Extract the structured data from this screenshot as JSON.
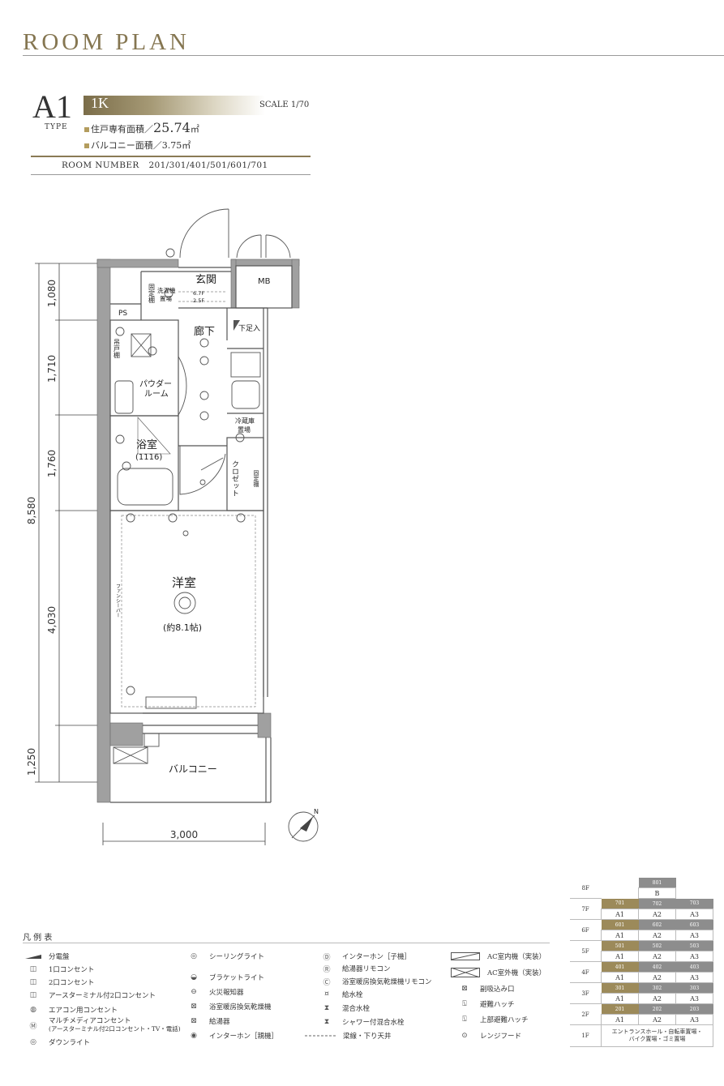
{
  "header": {
    "title": "ROOM PLAN"
  },
  "type": {
    "letter": "A1",
    "label": "TYPE",
    "layout": "1K",
    "scale": "SCALE 1/70"
  },
  "areas": {
    "private_label": "住戸専有面積／",
    "private_value": "25.74",
    "private_unit": "㎡",
    "balcony_label": "バルコニー面積／3.75㎡"
  },
  "room_number": {
    "label": "ROOM NUMBER",
    "value": "201/301/401/501/601/701"
  },
  "plan": {
    "rooms": {
      "entrance": "玄関",
      "hall": "廊下",
      "powder": "パウダー",
      "powder2": "ルーム",
      "bath": "浴室",
      "bath_size": "(1116)",
      "western": "洋室",
      "western_size": "(約8.1帖)",
      "balcony": "バルコニー",
      "closet": "クロゼット",
      "mb": "MB",
      "ps": "PS",
      "shoe": "下足入",
      "fridge1": "冷蔵庫",
      "fridge2": "置場",
      "washer1": "洗濯機",
      "washer2": "置場",
      "fixed_shelf": "固定棚",
      "fixed_shelf2": "固定棚",
      "hanging_shelf": "吊戸棚",
      "fan_note": "ファンシーバー",
      "step1": "6.7F",
      "step2": "2.5F"
    },
    "dims": {
      "d1080": "1,080",
      "d1710": "1,710",
      "d1760": "1,760",
      "d4030": "4,030",
      "d1250": "1,250",
      "d8580": "8,580",
      "d3000": "3,000"
    },
    "compass": "N"
  },
  "legend": {
    "title": "凡 例 表",
    "col1": [
      "分電盤",
      "1口コンセント",
      "2口コンセント",
      "アースターミナル付2口コンセント",
      "エアコン用コンセント",
      "マルチメディアコンセント",
      "(アースターミナル付2口コンセント・TV・電話)",
      "ダウンライト"
    ],
    "col2": [
      "シーリングライト",
      "ブラケットライト",
      "火災報知器",
      "浴室暖房換気乾燥機",
      "給湯器",
      "インターホン［親機］"
    ],
    "col3": [
      "インターホン［子機］",
      "給湯器リモコン",
      "浴室暖房換気乾燥機リモコン",
      "給水栓",
      "混合水栓",
      "シャワー付混合水栓",
      "梁線・下り天井"
    ],
    "col4": [
      "AC室内機（実装）",
      "AC室外機（実装）",
      "副吸込み口",
      "避難ハッチ",
      "上部避難ハッチ",
      "レンジフード"
    ],
    "icons": {
      "col1": [
        "2E",
        "E",
        "2E",
        "AC",
        "M"
      ],
      "col3": [
        "D",
        "R",
        "C"
      ]
    }
  },
  "floor_table": {
    "floors": [
      "8F",
      "7F",
      "6F",
      "5F",
      "4F",
      "3F",
      "2F",
      "1F"
    ],
    "top": {
      "number": "801",
      "type": "B"
    },
    "rows": [
      {
        "nums": [
          "701",
          "702",
          "703"
        ],
        "types": [
          "A1",
          "A2",
          "A3"
        ]
      },
      {
        "nums": [
          "601",
          "602",
          "603"
        ],
        "types": [
          "A1",
          "A2",
          "A3"
        ]
      },
      {
        "nums": [
          "501",
          "502",
          "503"
        ],
        "types": [
          "A1",
          "A2",
          "A3"
        ]
      },
      {
        "nums": [
          "401",
          "402",
          "403"
        ],
        "types": [
          "A1",
          "A2",
          "A3"
        ]
      },
      {
        "nums": [
          "301",
          "302",
          "303"
        ],
        "types": [
          "A1",
          "A2",
          "A3"
        ]
      },
      {
        "nums": [
          "201",
          "202",
          "203"
        ],
        "types": [
          "A1",
          "A2",
          "A3"
        ]
      }
    ],
    "note1": "エントランスホール・自転車置場・",
    "note2": "バイク置場・ゴミ置場"
  },
  "colors": {
    "gold": "#857651",
    "wall": "#a0a0a0"
  }
}
